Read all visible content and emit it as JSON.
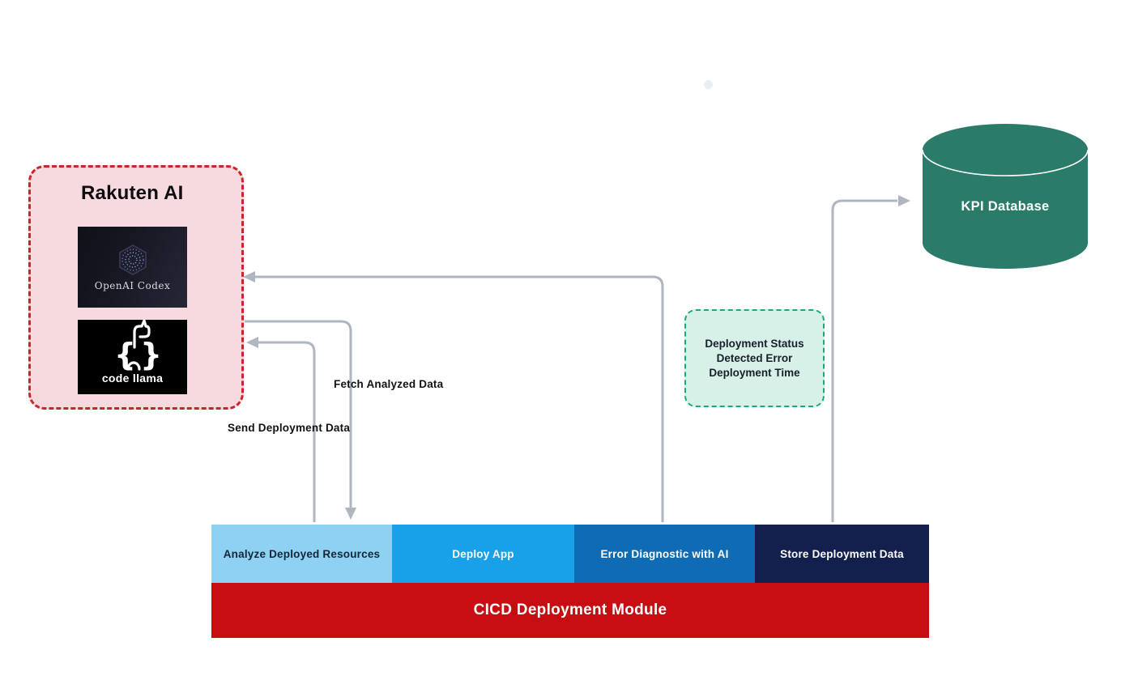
{
  "rakuten_group": {
    "title": "Rakuten AI",
    "codex_card": {
      "label": "OpenAI Codex"
    },
    "llama_card": {
      "label": "code llama"
    }
  },
  "kpi_database": {
    "label": "KPI Database"
  },
  "status_note": {
    "line1": "Deployment Status",
    "line2": "Detected Error",
    "line3": "Deployment Time"
  },
  "cicd_module": {
    "title": "CICD Deployment Module",
    "segments": [
      {
        "label": "Analyze Deployed Resources",
        "color": "#8ed1f2",
        "text_color": "#132639"
      },
      {
        "label": "Deploy App",
        "color": "#18a0e8",
        "text_color": "#ffffff"
      },
      {
        "label": "Error Diagnostic with AI",
        "color": "#0f6cb4",
        "text_color": "#ffffff"
      },
      {
        "label": "Store Deployment Data",
        "color": "#131f4d",
        "text_color": "#ffffff"
      }
    ],
    "bar_color": "#c50d12"
  },
  "edge_labels": {
    "fetch": "Fetch Analyzed Data",
    "send": "Send Deployment Data"
  },
  "colors": {
    "page_bg": "#ffffff",
    "rakuten_bg": "#f7dade",
    "rakuten_border": "#c9252d",
    "mint_bg": "#d8f1e8",
    "mint_border": "#1ba977",
    "cylinder": "#2a7b69",
    "arrow": "#b0b6c0"
  }
}
